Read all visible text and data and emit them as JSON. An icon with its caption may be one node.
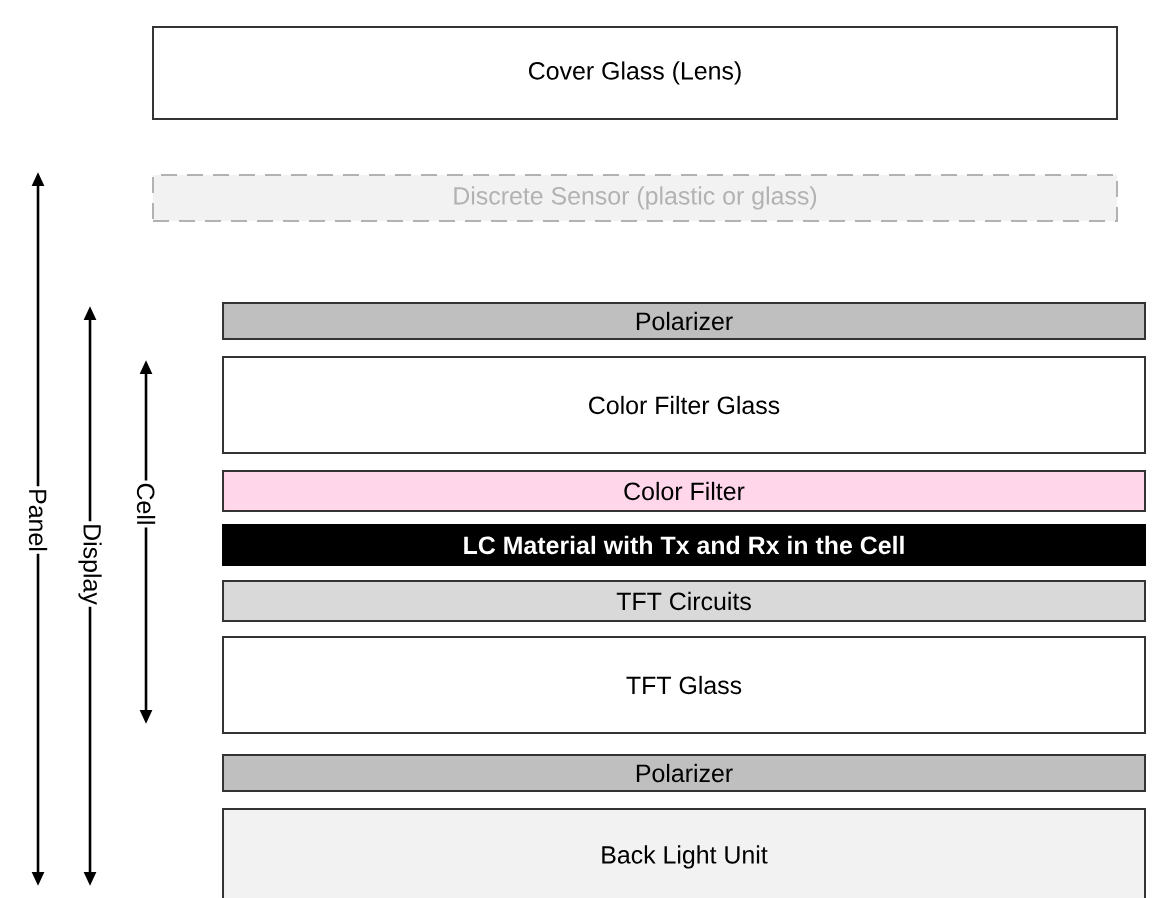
{
  "diagram": {
    "nodes": [
      {
        "text": [
          "Cover Glass (Lens)"
        ]
      },
      {
        "text": [
          "Discrete Sensor (plastic or glass)"
        ]
      },
      {
        "text": [
          "Polarizer"
        ]
      },
      {
        "text": [
          "Color Filter Glass"
        ]
      },
      {
        "text": [
          "Color Filter"
        ]
      },
      {
        "text": [
          "LC Material with Tx and Rx in the Cell"
        ]
      },
      {
        "text": [
          "TFT Circuits"
        ]
      },
      {
        "text": [
          "TFT Glass"
        ]
      },
      {
        "text": [
          "Polarizer"
        ]
      },
      {
        "text": [
          "Back Light Unit"
        ]
      }
    ],
    "labels": [
      "Panel",
      "Display",
      "Cell"
    ]
  }
}
